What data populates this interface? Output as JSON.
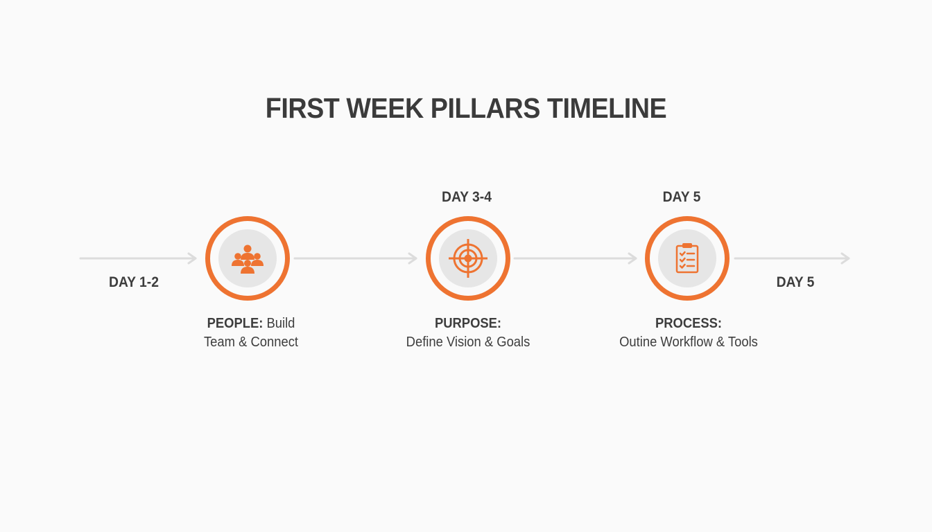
{
  "title": "FIRST WEEK PILLARS TIMELINE",
  "colors": {
    "accent": "#ee7331",
    "line": "#dcdcdc",
    "icon_bg": "#e6e6e6",
    "text": "#3d3d3d"
  },
  "day_labels": {
    "start": "DAY 1-2",
    "purpose": "DAY 3-4",
    "process": "DAY 5",
    "end": "DAY 5"
  },
  "pillars": [
    {
      "name": "PEOPLE:",
      "line1_rest": " Build",
      "line2": "Team & Connect",
      "icon": "team-icon"
    },
    {
      "name": "PURPOSE:",
      "line1_rest": "",
      "line2": "Define Vision & Goals",
      "icon": "target-icon"
    },
    {
      "name": "PROCESS:",
      "line1_rest": "",
      "line2": "Outine Workflow & Tools",
      "icon": "clipboard-checklist-icon"
    }
  ]
}
